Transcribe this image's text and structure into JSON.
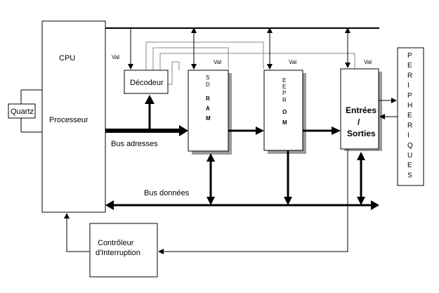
{
  "blocks": {
    "cpu": {
      "title": "CPU",
      "subtitle": "Processeur"
    },
    "quartz": "Quartz",
    "decodeur": "Décodeur",
    "sdram": {
      "line1": "S",
      "line2": "D",
      "letters": [
        "R",
        "A",
        "M"
      ]
    },
    "eeprom": {
      "letters": [
        "E",
        "E",
        "P",
        "R",
        "O",
        "M"
      ]
    },
    "io": {
      "line1": "Entrées",
      "line2": "/",
      "line3": "Sorties"
    },
    "peripheriques": {
      "letters": [
        "P",
        "E",
        "R",
        "I",
        "P",
        "H",
        "E",
        "R",
        "I",
        "Q",
        "U",
        "E",
        "S"
      ]
    },
    "controleur": {
      "line1": "Contrôleur",
      "line2": "d'Interruption"
    }
  },
  "labels": {
    "val": "Val",
    "bus_adresses": "Bus adresses",
    "bus_donnees": "Bus données"
  }
}
